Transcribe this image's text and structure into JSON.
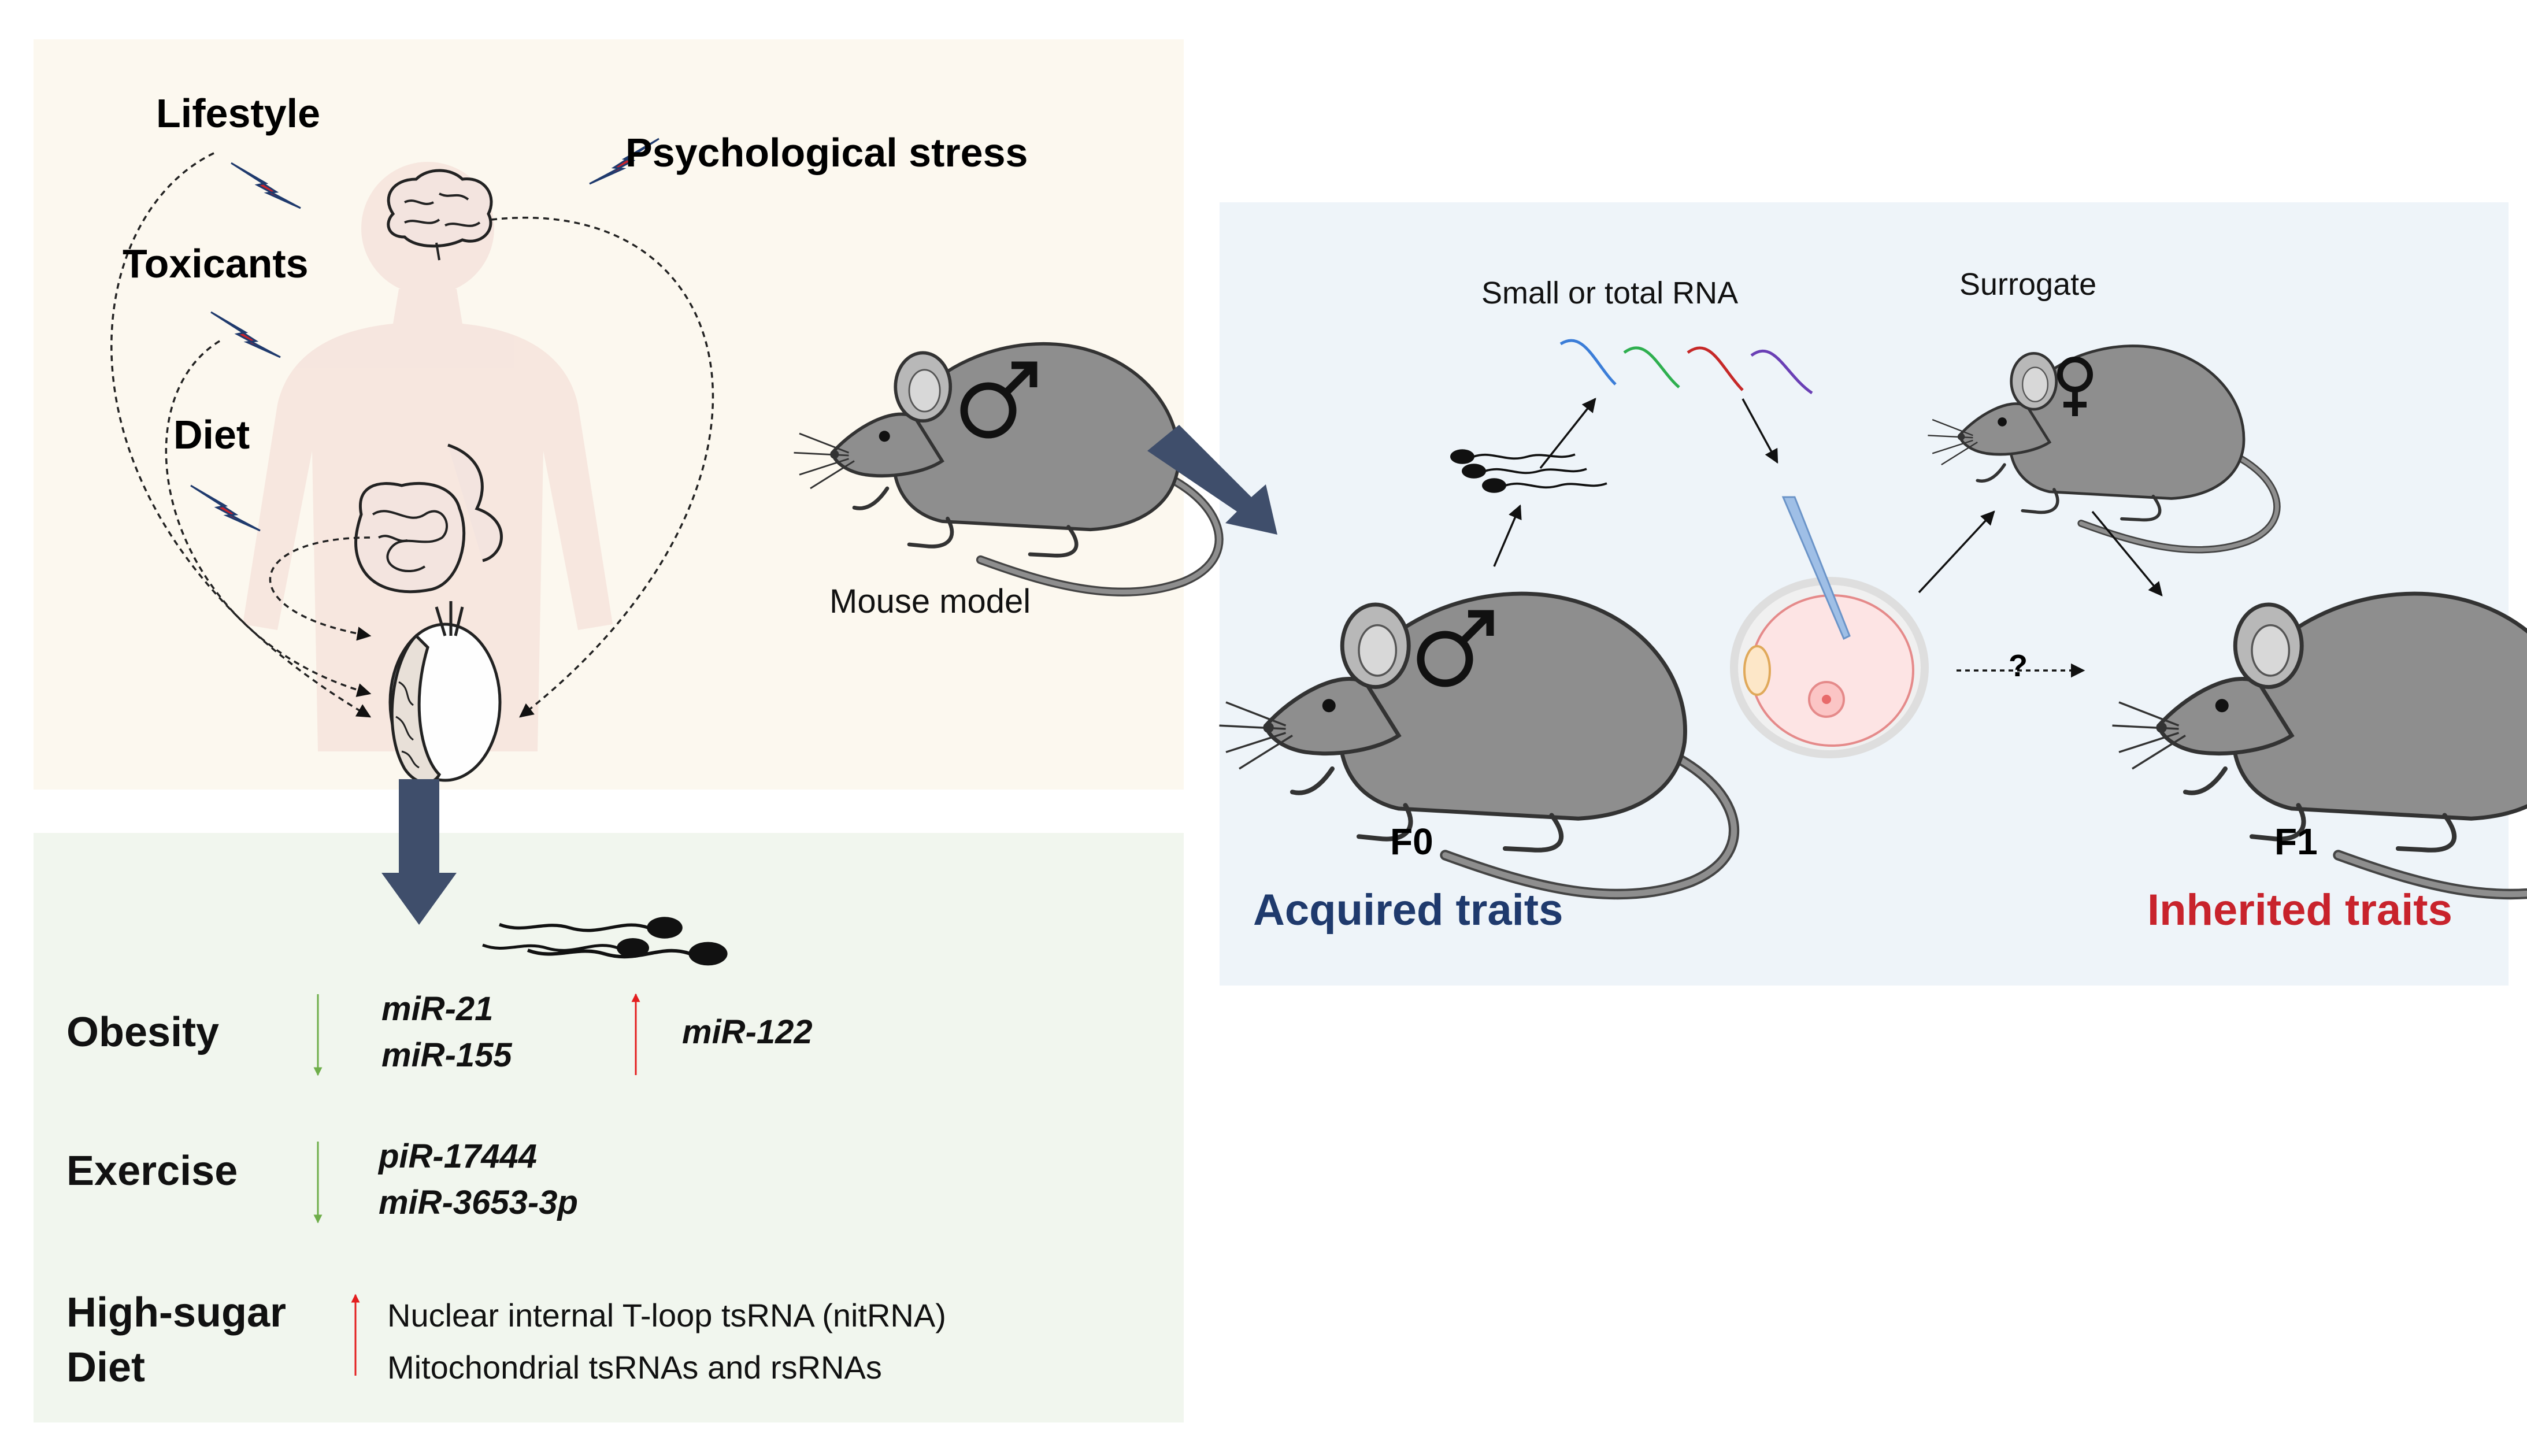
{
  "stressors": {
    "lifestyle": "Lifestyle",
    "toxicants": "Toxicants",
    "diet": "Diet",
    "psychological_stress": "Psychological stress"
  },
  "mouse_model": {
    "label": "Mouse model"
  },
  "conditions": [
    {
      "name_lines": [
        "Obesity"
      ],
      "down": [
        "miR-21",
        "miR-155"
      ],
      "up": [
        "miR-122"
      ]
    },
    {
      "name_lines": [
        "Exercise"
      ],
      "down": [
        "piR-17444",
        "miR-3653-3p"
      ],
      "up": []
    },
    {
      "name_lines": [
        "High-sugar",
        "Diet"
      ],
      "down": [],
      "up": [
        "Nuclear internal T-loop tsRNA (nitRNA)",
        "Mitochondrial tsRNAs and rsRNAs"
      ]
    }
  ],
  "experiment": {
    "rna_label": "Small or total RNA",
    "surrogate_label": "Surrogate",
    "question_mark": "?",
    "f0_label": "F0",
    "f1_label": "F1",
    "acquired_label": "Acquired traits",
    "inherited_label": "Inherited traits"
  },
  "colors": {
    "top_panel_bg": "#fcf8ef",
    "bottom_panel_bg": "#f1f6ee",
    "right_panel_bg": "#eef4f9",
    "big_arrow": "#3f4e6b",
    "down_arrow": "#6fae4a",
    "up_arrow": "#e31d1d",
    "acquired": "#1f3a6d",
    "inherited": "#c8232c",
    "lightning": "#c8232c"
  },
  "icons": {
    "male_symbol": "mars-icon",
    "female_symbol": "venus-icon",
    "stress_marks": "lightning-icon"
  }
}
